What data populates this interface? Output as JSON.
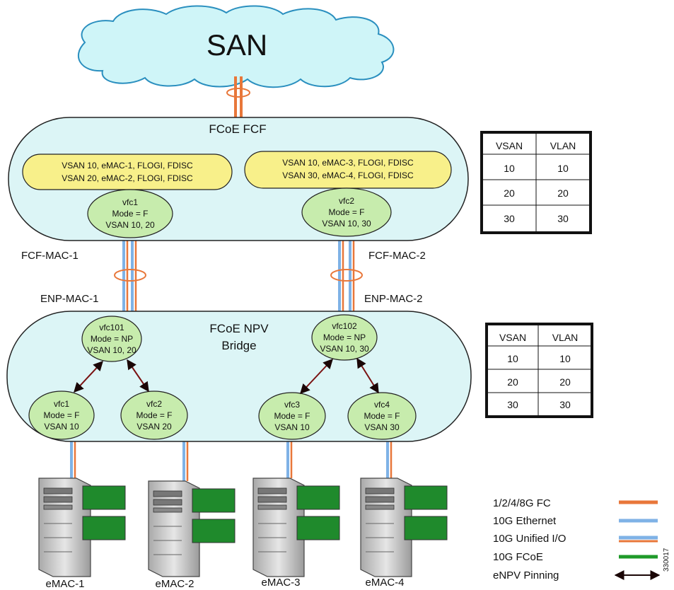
{
  "san": {
    "label": "SAN"
  },
  "fcf": {
    "title": "FCoE FCF",
    "boxes": [
      [
        "VSAN 10, eMAC-1, FLOGI, FDISC",
        "VSAN 20, eMAC-2, FLOGI, FDISC"
      ],
      [
        "VSAN 10, eMAC-3, FLOGI, FDISC",
        "VSAN 30, eMAC-4, FLOGI, FDISC"
      ]
    ],
    "vfcs": [
      [
        "vfc1",
        "Mode = F",
        "VSAN 10, 20"
      ],
      [
        "vfc2",
        "Mode = F",
        "VSAN 10, 30"
      ]
    ]
  },
  "links": {
    "fcf_mac_1": "FCF-MAC-1",
    "fcf_mac_2": "FCF-MAC-2",
    "enp_mac_1": "ENP-MAC-1",
    "enp_mac_2": "ENP-MAC-2"
  },
  "npv": {
    "title_line1": "FCoE NPV",
    "title_line2": "Bridge",
    "np_vfcs": [
      [
        "vfc101",
        "Mode = NP",
        "VSAN 10, 20"
      ],
      [
        "vfc102",
        "Mode = NP",
        "VSAN 10, 30"
      ]
    ],
    "f_vfcs": [
      [
        "vfc1",
        "Mode = F",
        "VSAN 10"
      ],
      [
        "vfc2",
        "Mode = F",
        "VSAN  20"
      ],
      [
        "vfc3",
        "Mode = F",
        "VSAN 10"
      ],
      [
        "vfc4",
        "Mode = F",
        "VSAN 30"
      ]
    ]
  },
  "tables": [
    {
      "headers": [
        "VSAN",
        "VLAN"
      ],
      "rows": [
        [
          "10",
          "10"
        ],
        [
          "20",
          "20"
        ],
        [
          "30",
          "30"
        ]
      ]
    },
    {
      "headers": [
        "VSAN",
        "VLAN"
      ],
      "rows": [
        [
          "10",
          "10"
        ],
        [
          "20",
          "20"
        ],
        [
          "30",
          "30"
        ]
      ]
    }
  ],
  "hosts": [
    "eMAC-1",
    "eMAC-2",
    "eMAC-3",
    "eMAC-4"
  ],
  "legend": [
    {
      "label": "1/2/4/8G FC",
      "style": "fc",
      "color": "#e8773a"
    },
    {
      "label": "10G Ethernet",
      "style": "eth",
      "color": "#7fb2e6"
    },
    {
      "label": "10G Unified I/O",
      "style": "uio",
      "color": "#7fb2e6"
    },
    {
      "label": "10G FCoE",
      "style": "fcoe",
      "color": "#1f9a2a"
    },
    {
      "label": "eNPV Pinning",
      "style": "pin",
      "color": "#7a1212"
    }
  ],
  "figure_id": "330017",
  "colors": {
    "cloud": "#cff5f8",
    "oval": "#dcf5f6",
    "box": "#f8f08a",
    "vfc": "#c7ecad",
    "fc": "#e8773a",
    "ethernet": "#7fb2e6",
    "pin": "#7a1212"
  }
}
